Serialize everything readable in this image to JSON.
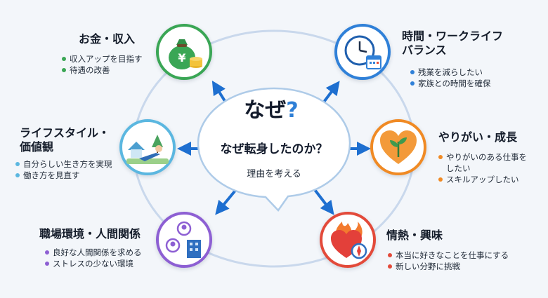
{
  "center": {
    "title": "なぜ",
    "mark": "?",
    "subtitle": "なぜ転身したのか？",
    "caption": "理由を考える"
  },
  "nodes": [
    {
      "label_lines": [
        "お金・収入"
      ],
      "bullets": [
        "収入アップを目指す",
        "待遇の改善"
      ],
      "color": "#3aa655",
      "icon": "money-bag-icon"
    },
    {
      "label_lines": [
        "時間・ワークライフ",
        "バランス"
      ],
      "bullets": [
        "残業を減らしたい",
        "家族との時間を確保"
      ],
      "color": "#2f80d8",
      "icon": "clock-calendar-icon"
    },
    {
      "label_lines": [
        "ライフスタイル・",
        "価値観"
      ],
      "bullets": [
        "自分らしい生き方を実現",
        "働き方を見直す"
      ],
      "color": "#5bb7e0",
      "icon": "relaxing-person-icon"
    },
    {
      "label_lines": [
        "やりがい・成長"
      ],
      "bullets": [
        "やりがいのある仕事を",
        "スキルアップしたい"
      ],
      "bullet_extra": "したい",
      "color": "#f08a24",
      "icon": "heart-sprout-icon"
    },
    {
      "label_lines": [
        "職場環境・人間関係"
      ],
      "bullets": [
        "良好な人間関係を求める",
        "ストレスの少ない環境"
      ],
      "color": "#8d5fd3",
      "icon": "people-building-icon"
    },
    {
      "label_lines": [
        "情熱・興味"
      ],
      "bullets": [
        "本当に好きなことを仕事にする",
        "新しい分野に挑戦"
      ],
      "color": "#e34a3a",
      "icon": "flaming-heart-compass-icon"
    }
  ],
  "colors": {
    "arrow": "#1e6fd0",
    "ring": "#c9d8ec",
    "accent": "#2e7fd6"
  }
}
